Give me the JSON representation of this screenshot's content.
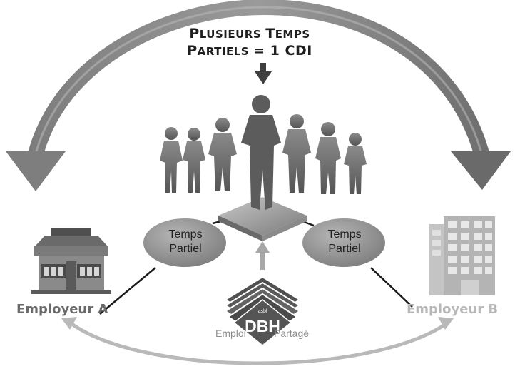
{
  "title": {
    "line1_cap1": "P",
    "line1_rest1": "LUSIEURS",
    "line1_cap2": "T",
    "line1_rest2": "EMPS",
    "line2_cap1": "P",
    "line2_rest1": "ARTIELS",
    "line2_tail": "= 1 CDI"
  },
  "ovals": {
    "left": {
      "line1": "Temps",
      "line2": "Partiel"
    },
    "right": {
      "line1": "Temps",
      "line2": "Partiel"
    }
  },
  "employers": {
    "a": "Employeur A",
    "b": "Employeur B"
  },
  "logo": {
    "small": "asbl",
    "name": "DBH"
  },
  "footer": {
    "left": "Emploi",
    "right": "Partagé"
  },
  "colors": {
    "arc": "#8a8a8a",
    "people": "#7a7a7a",
    "center_person": "#5f5f5f",
    "oval": "#8f8f8f",
    "employer_a": "#6a6a6a",
    "employer_b": "#b8b8b8",
    "logo_dark": "#5a5a5a"
  },
  "icons": [
    "arrow-down-icon",
    "shop-icon",
    "office-building-icon",
    "people-group-icon",
    "dbh-logo-icon"
  ]
}
